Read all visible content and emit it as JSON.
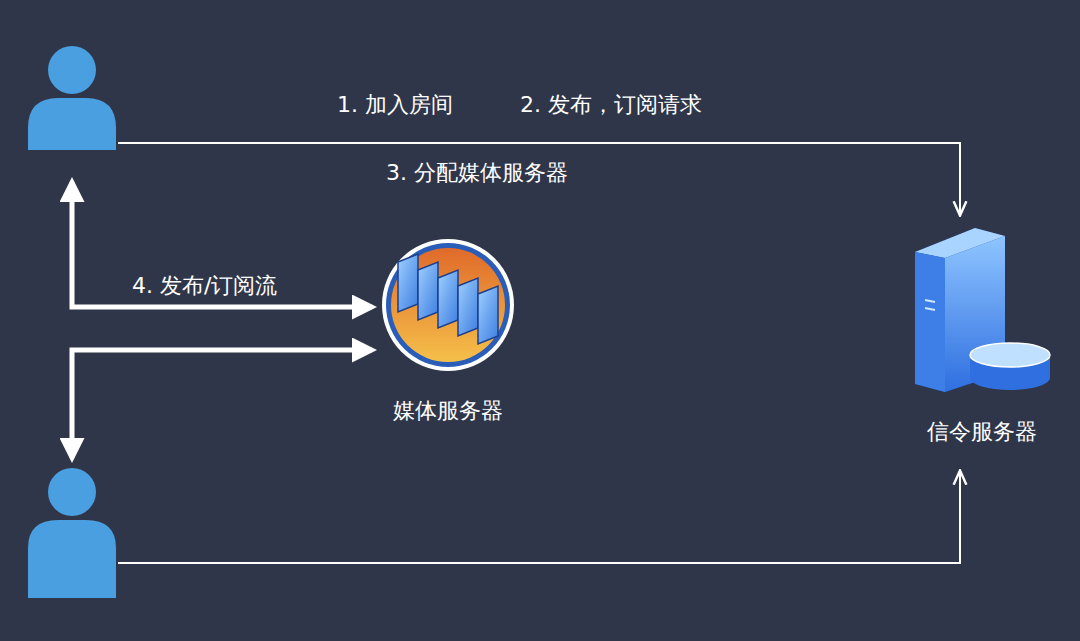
{
  "diagram": {
    "nodes": [
      {
        "text": [
          "媒体服务器"
        ]
      },
      {
        "text": [
          "信令服务器"
        ]
      }
    ],
    "labels": [
      "1. 加入房间",
      "2. 发布，订阅请求",
      "3. 分配媒体服务器",
      "4. 发布/订阅流"
    ]
  }
}
